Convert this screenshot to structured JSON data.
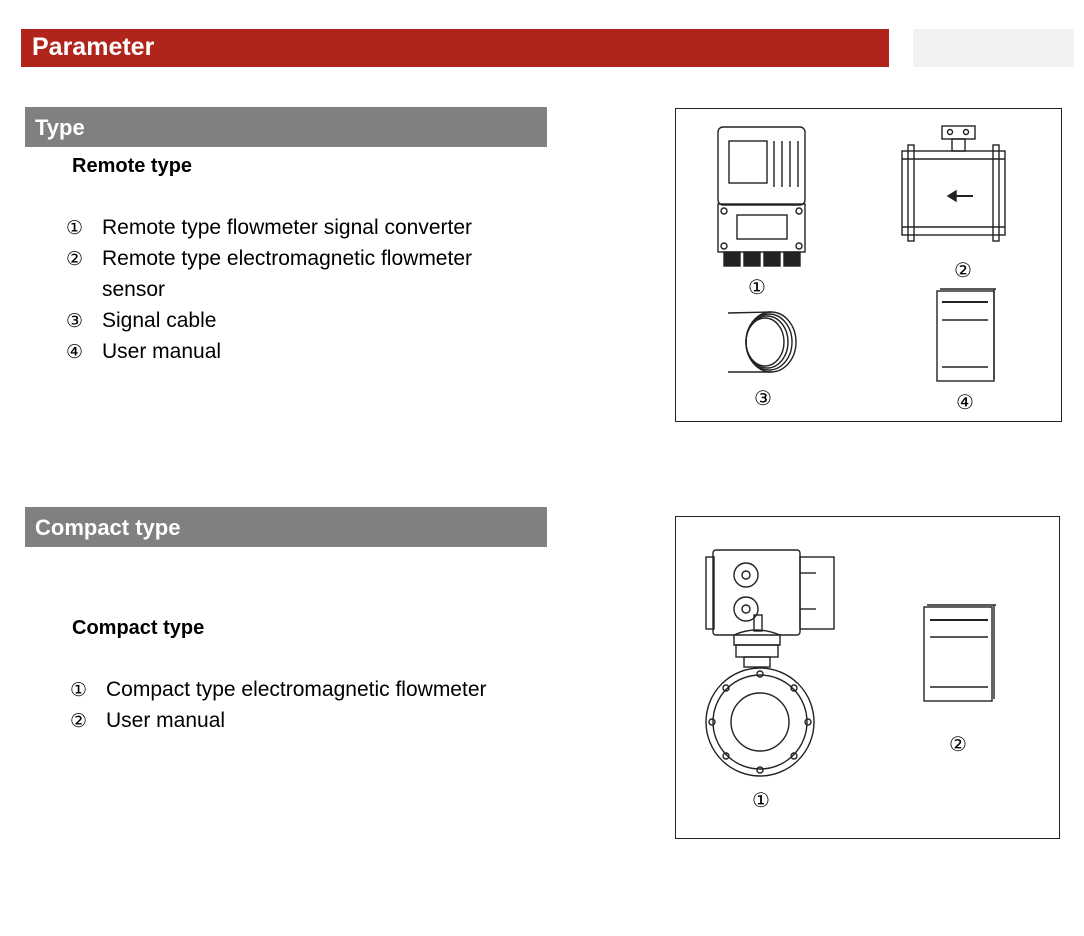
{
  "header": {
    "title": "Parameter"
  },
  "remote": {
    "title": "Type",
    "subtitle": "Remote type",
    "items": [
      {
        "num": "①",
        "text": "Remote type flowmeter signal converter"
      },
      {
        "num": "②",
        "text": "Remote type electromagnetic flowmeter"
      },
      {
        "cont": "sensor"
      },
      {
        "num": "③",
        "text": "Signal cable"
      },
      {
        "num": "④",
        "text": "User manual"
      }
    ],
    "figure_captions": [
      "①",
      "②",
      "③",
      "④"
    ]
  },
  "compact": {
    "title": "Compact type",
    "subtitle": "Compact type",
    "items": [
      {
        "num": "①",
        "text": "Compact type electromagnetic flowmeter"
      },
      {
        "num": "②",
        "text": "User manual"
      }
    ],
    "figure_captions": [
      "①",
      "②"
    ]
  },
  "colors": {
    "header_red": "#b0241b",
    "section_grey": "#808080",
    "light_grey": "#f2f2f2"
  }
}
